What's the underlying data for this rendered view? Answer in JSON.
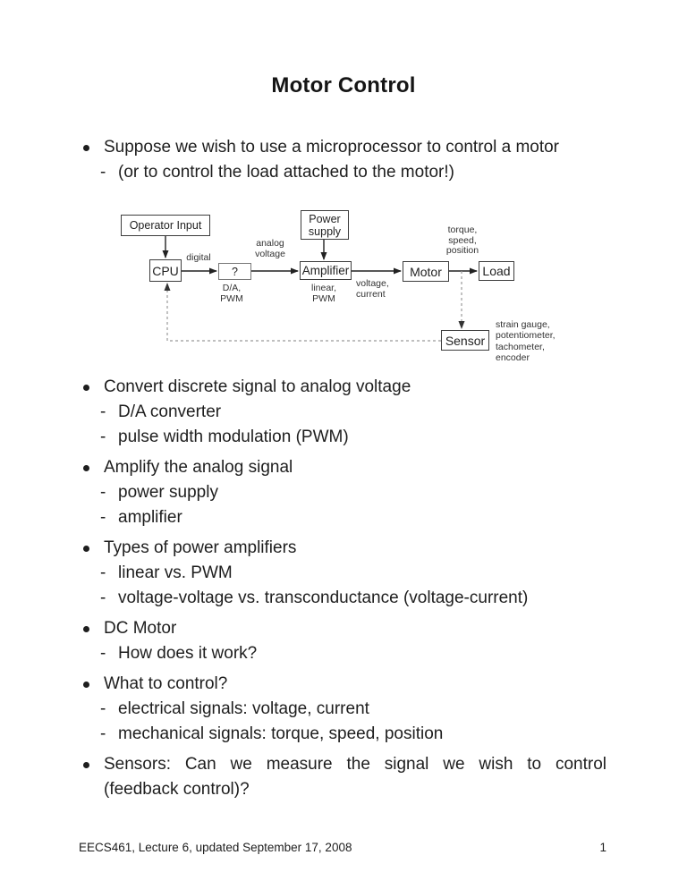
{
  "page": {
    "title": "Motor Control",
    "footer_left": "EECS461, Lecture 6, updated September 17, 2008",
    "page_number": "1"
  },
  "bullets": [
    {
      "text": "Suppose we wish to use a microprocessor to control a motor",
      "subs": [
        "(or to control the load attached to the motor!)"
      ]
    },
    {
      "text": "Convert discrete signal to analog voltage",
      "subs": [
        "D/A converter",
        "pulse width modulation (PWM)"
      ]
    },
    {
      "text": "Amplify the analog signal",
      "subs": [
        "power supply",
        "amplifier"
      ]
    },
    {
      "text": "Types of power amplifiers",
      "subs": [
        "linear vs. PWM",
        "voltage-voltage vs. transconductance (voltage-current)"
      ]
    },
    {
      "text": "DC Motor",
      "subs": [
        "How does it work?"
      ]
    },
    {
      "text": "What to control?",
      "subs": [
        "electrical signals: voltage, current",
        "mechanical signals: torque, speed, position"
      ]
    },
    {
      "text": "Sensors:  Can we measure the signal we wish to control",
      "text2": "(feedback control)?",
      "subs": []
    }
  ],
  "diagram": {
    "boxes": {
      "operator_input": "Operator Input",
      "cpu": "CPU",
      "converter": "?",
      "power_supply": "Power\nsupply",
      "amplifier": "Amplifier",
      "motor": "Motor",
      "load": "Load",
      "sensor": "Sensor"
    },
    "labels": {
      "digital": "digital",
      "analog_voltage": "analog\nvoltage",
      "converter_types": "D/A,\nPWM",
      "amplifier_types": "linear,\nPWM",
      "voltage_current": "voltage,\ncurrent",
      "torque_speed_position": "torque,\nspeed,\nposition",
      "sensor_types": "strain gauge,\npotentiometer,\ntachometer,\nencoder"
    }
  }
}
